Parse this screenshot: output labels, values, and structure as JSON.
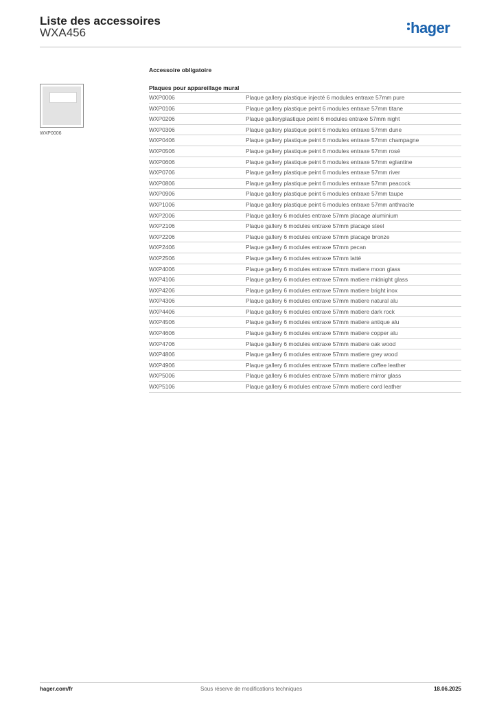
{
  "header": {
    "title": "Liste des accessoires",
    "subtitle": "WXA456",
    "logo_text": "hager",
    "brand_color": "#1a62ad"
  },
  "section": {
    "heading": "Accessoire obligatoire",
    "group_heading": "Plaques pour appareillage mural",
    "image_label": "WXP0006",
    "items": [
      {
        "ref": "WXP0006",
        "desc": "Plaque gallery plastique injecté 6 modules entraxe 57mm  pure"
      },
      {
        "ref": "WXP0106",
        "desc": "Plaque gallery plastique peint 6 modules entraxe 57mm titane"
      },
      {
        "ref": "WXP0206",
        "desc": "Plaque galleryplastique peint 6 modules entraxe 57mm night"
      },
      {
        "ref": "WXP0306",
        "desc": "Plaque gallery plastique peint 6 modules entraxe 57mm dune"
      },
      {
        "ref": "WXP0406",
        "desc": "Plaque gallery plastique peint 6 modules entraxe 57mm champagne"
      },
      {
        "ref": "WXP0506",
        "desc": "Plaque gallery plastique peint 6 modules entraxe 57mm rosé"
      },
      {
        "ref": "WXP0606",
        "desc": "Plaque gallery plastique peint 6 modules entraxe 57mm eglantine"
      },
      {
        "ref": "WXP0706",
        "desc": "Plaque gallery plastique peint 6 modules entraxe 57mm river"
      },
      {
        "ref": "WXP0806",
        "desc": "Plaque gallery plastique peint 6 modules entraxe 57mm peacock"
      },
      {
        "ref": "WXP0906",
        "desc": "Plaque gallery plastique peint 6 modules entraxe 57mm taupe"
      },
      {
        "ref": "WXP1006",
        "desc": "Plaque gallery plastique peint 6 modules entraxe 57mm anthracite"
      },
      {
        "ref": "WXP2006",
        "desc": "Plaque gallery 6 modules entraxe 57mm placage aluminium"
      },
      {
        "ref": "WXP2106",
        "desc": "Plaque gallery 6 modules entraxe 57mm placage steel"
      },
      {
        "ref": "WXP2206",
        "desc": "Plaque gallery 6 modules entraxe 57mm placage bronze"
      },
      {
        "ref": "WXP2406",
        "desc": "Plaque gallery 6 modules entraxe 57mm pecan"
      },
      {
        "ref": "WXP2506",
        "desc": "Plaque gallery 6 modules entraxe 57mm latté"
      },
      {
        "ref": "WXP4006",
        "desc": "Plaque gallery 6 modules entraxe 57mm matiere moon glass"
      },
      {
        "ref": "WXP4106",
        "desc": "Plaque gallery 6 modules entraxe 57mm matiere midnight glass"
      },
      {
        "ref": "WXP4206",
        "desc": "Plaque gallery 6 modules entraxe 57mm matiere bright inox"
      },
      {
        "ref": "WXP4306",
        "desc": "Plaque gallery 6 modules entraxe 57mm matiere natural alu"
      },
      {
        "ref": "WXP4406",
        "desc": "Plaque gallery 6 modules entraxe 57mm matiere dark rock"
      },
      {
        "ref": "WXP4506",
        "desc": "Plaque gallery 6 modules entraxe 57mm matiere antique alu"
      },
      {
        "ref": "WXP4606",
        "desc": "Plaque gallery 6 modules entraxe 57mm matiere copper alu"
      },
      {
        "ref": "WXP4706",
        "desc": "Plaque gallery 6 modules entraxe 57mm matiere oak wood"
      },
      {
        "ref": "WXP4806",
        "desc": "Plaque gallery 6 modules entraxe 57mm matiere grey wood"
      },
      {
        "ref": "WXP4906",
        "desc": "Plaque gallery 6 modules entraxe 57mm matiere coffee leather"
      },
      {
        "ref": "WXP5006",
        "desc": "Plaque gallery 6 modules entraxe 57mm matiere mirror glass"
      },
      {
        "ref": "WXP5106",
        "desc": "Plaque gallery 6 modules entraxe 57mm matiere cord leather"
      }
    ]
  },
  "footer": {
    "website": "hager.com/fr",
    "disclaimer": "Sous réserve de modifications techniques",
    "date": "18.06.2025"
  }
}
